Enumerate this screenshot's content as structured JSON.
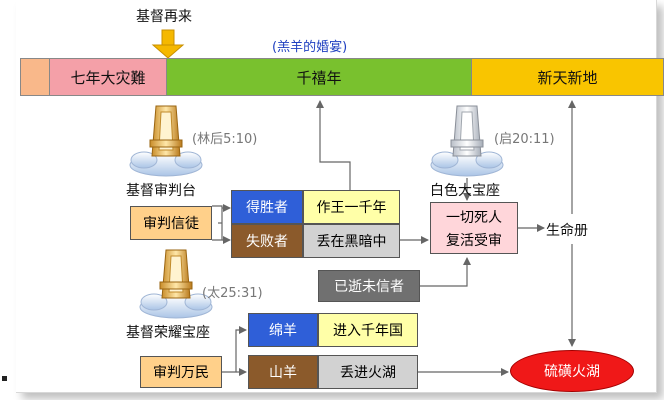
{
  "top": {
    "second_coming": "基督再来",
    "wedding_feast": "(羔羊的婚宴)"
  },
  "timeline": [
    {
      "label": "",
      "color": "#f9b88a"
    },
    {
      "label": "七年大灾難",
      "color": "#f4a0a8"
    },
    {
      "label": "千禧年",
      "color": "#79c12e"
    },
    {
      "label": "新天新地",
      "color": "#f9c500"
    }
  ],
  "thrones": {
    "judgment_seat": {
      "ref": "(林后5:10)",
      "caption": "基督审判台"
    },
    "great_white_throne": {
      "ref": "(启20:11)",
      "caption": "白色大宝座"
    },
    "glorious_throne": {
      "ref": "(太25:31)",
      "caption": "基督荣耀宝座"
    }
  },
  "boxes": {
    "judge_believers": "审判信徒",
    "overcomers": "得胜者",
    "reign": "作王一千年",
    "defeated": "失败者",
    "outer_darkness": "丢在黑暗中",
    "all_dead": "一切死人",
    "resurrection": "复活受审",
    "book_of_life": "生命册",
    "dead_unbelievers": "已逝未信者",
    "judge_nations": "审判万民",
    "sheep": "绵羊",
    "enter_kingdom": "进入千年国",
    "goats": "山羊",
    "into_fire": "丢进火湖",
    "lake_of_fire": "硫磺火湖"
  },
  "colors": {
    "blue": "#2f5fd8",
    "yellow_light": "#ffffa8",
    "brown": "#8b5a2b",
    "grey_light": "#d2d2d2",
    "orange_light": "#ffd08a",
    "pink_light": "#ffd6da",
    "grey_dark": "#707070",
    "red": "#f01818",
    "arrow_gold": "#f5b800"
  }
}
